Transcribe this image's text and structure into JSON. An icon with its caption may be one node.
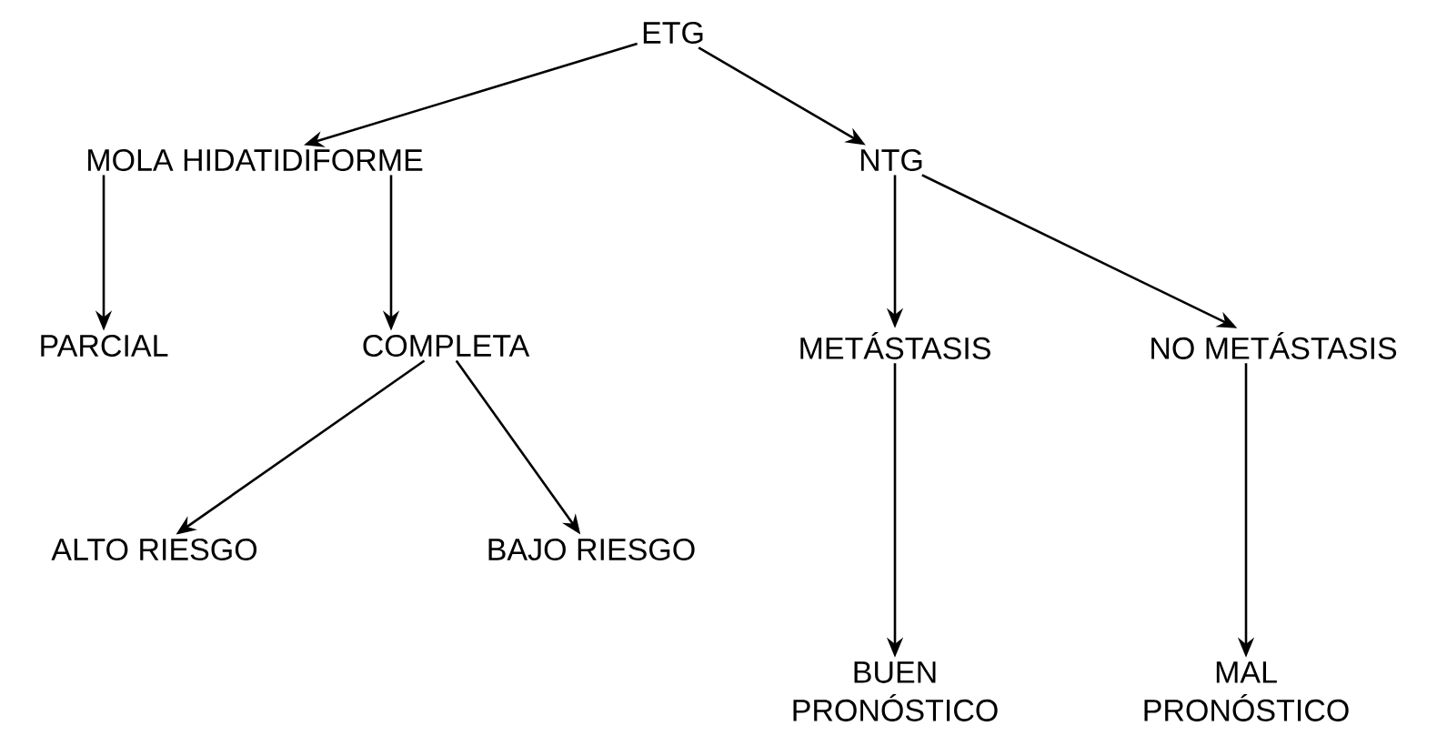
{
  "diagram": {
    "nodes": [
      {
        "text": [
          "ETG"
        ]
      },
      {
        "text": [
          "MOLA HIDATIDIFORME"
        ]
      },
      {
        "text": [
          "NTG"
        ]
      },
      {
        "text": [
          "PARCIAL"
        ]
      },
      {
        "text": [
          "COMPLETA"
        ]
      },
      {
        "text": [
          "METÁSTASIS"
        ]
      },
      {
        "text": [
          "NO METÁSTASIS"
        ]
      },
      {
        "text": [
          "ALTO RIESGO"
        ]
      },
      {
        "text": [
          "BAJO RIESGO"
        ]
      },
      {
        "text": [
          "BUEN PRONÓSTICO"
        ]
      },
      {
        "text": [
          "MAL PRONÓSTICO"
        ]
      }
    ],
    "edges": [
      {
        "from": 0,
        "to": 1,
        "arrow": "to"
      },
      {
        "from": 0,
        "to": 2,
        "arrow": "to"
      },
      {
        "from": 1,
        "to": 3,
        "arrow": "to"
      },
      {
        "from": 1,
        "to": 4,
        "arrow": "to"
      },
      {
        "from": 2,
        "to": 5,
        "arrow": "to"
      },
      {
        "from": 2,
        "to": 6,
        "arrow": "to"
      },
      {
        "from": 4,
        "to": 7,
        "arrow": "to"
      },
      {
        "from": 4,
        "to": 8,
        "arrow": "to"
      },
      {
        "from": 5,
        "to": 9,
        "arrow": "to"
      },
      {
        "from": 6,
        "to": 10,
        "arrow": "to"
      }
    ]
  }
}
